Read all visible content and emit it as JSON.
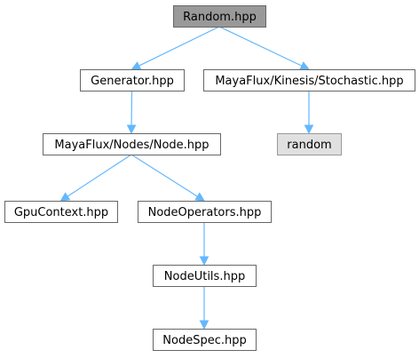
{
  "colors": {
    "root_fill": "#999999",
    "root_stroke": "#666666",
    "node_fill": "#ffffff",
    "node_stroke": "#666666",
    "external_fill": "#e0e0e0",
    "external_stroke": "#999999",
    "edge": "#63b8ff"
  },
  "graph": {
    "nodes": [
      {
        "id": "random_hpp",
        "label": "Random.hpp",
        "kind": "root"
      },
      {
        "id": "generator_hpp",
        "label": "Generator.hpp",
        "kind": "file"
      },
      {
        "id": "stochastic_hpp",
        "label": "MayaFlux/Kinesis/Stochastic.hpp",
        "kind": "file"
      },
      {
        "id": "node_hpp",
        "label": "MayaFlux/Nodes/Node.hpp",
        "kind": "file"
      },
      {
        "id": "random",
        "label": "random",
        "kind": "external"
      },
      {
        "id": "gpucontext_hpp",
        "label": "GpuContext.hpp",
        "kind": "file"
      },
      {
        "id": "nodeoperators_hpp",
        "label": "NodeOperators.hpp",
        "kind": "file"
      },
      {
        "id": "nodeutils_hpp",
        "label": "NodeUtils.hpp",
        "kind": "file"
      },
      {
        "id": "nodespec_hpp",
        "label": "NodeSpec.hpp",
        "kind": "file"
      }
    ],
    "edges": [
      {
        "from": "random_hpp",
        "to": "generator_hpp"
      },
      {
        "from": "random_hpp",
        "to": "stochastic_hpp"
      },
      {
        "from": "generator_hpp",
        "to": "node_hpp"
      },
      {
        "from": "stochastic_hpp",
        "to": "random"
      },
      {
        "from": "node_hpp",
        "to": "gpucontext_hpp"
      },
      {
        "from": "node_hpp",
        "to": "nodeoperators_hpp"
      },
      {
        "from": "nodeoperators_hpp",
        "to": "nodeutils_hpp"
      },
      {
        "from": "nodeutils_hpp",
        "to": "nodespec_hpp"
      }
    ]
  }
}
